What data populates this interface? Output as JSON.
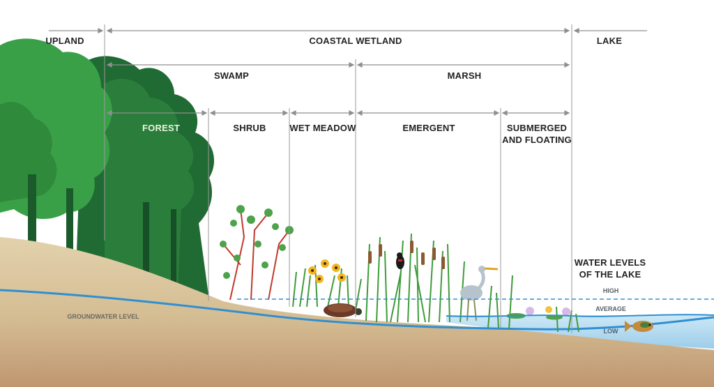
{
  "zones": {
    "upland": "UPLAND",
    "coastal_wetland": "COASTAL WETLAND",
    "lake": "LAKE",
    "swamp": "SWAMP",
    "marsh": "MARSH",
    "forest": "FOREST",
    "shrub": "SHRUB",
    "wet_meadow": "WET MEADOW",
    "emergent": "EMERGENT",
    "submerged_line1": "SUBMERGED",
    "submerged_line2": "AND FLOATING"
  },
  "water_levels": {
    "title_line1": "WATER LEVELS",
    "title_line2": "OF THE LAKE",
    "high": "HIGH",
    "average": "AVERAGE",
    "low": "LOW"
  },
  "groundwater_label": "GROUNDWATER LEVEL",
  "colors": {
    "tree_dark": "#1f6b33",
    "tree_mid": "#2f8a3c",
    "tree_light": "#3aa048",
    "ground": "#d8c7a0",
    "ground_deep": "#c09a72",
    "water": "#bfe0f2",
    "water_line": "#2f8fd0",
    "guide_line": "#9a9a9a"
  }
}
